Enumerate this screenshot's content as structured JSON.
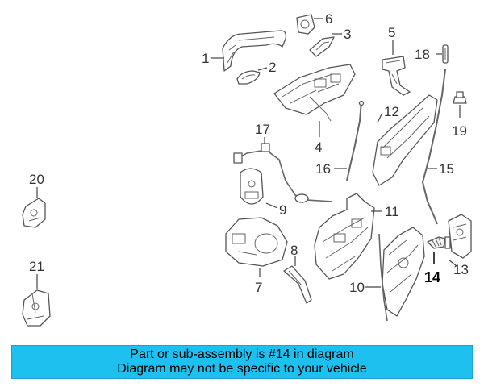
{
  "banner": {
    "line1": "Part or sub-assembly is #14 in diagram",
    "line2": "Diagram may not be specific to your vehicle",
    "background": "#1ec0f0"
  },
  "callouts": {
    "c1": "1",
    "c2": "2",
    "c3": "3",
    "c4": "4",
    "c5": "5",
    "c6": "6",
    "c7": "7",
    "c8": "8",
    "c9": "9",
    "c10": "10",
    "c11": "11",
    "c12": "12",
    "c13": "13",
    "c14": "14",
    "c15": "15",
    "c16": "16",
    "c17": "17",
    "c18": "18",
    "c19": "19",
    "c20": "20",
    "c21": "21"
  },
  "highlighted_part": "14"
}
